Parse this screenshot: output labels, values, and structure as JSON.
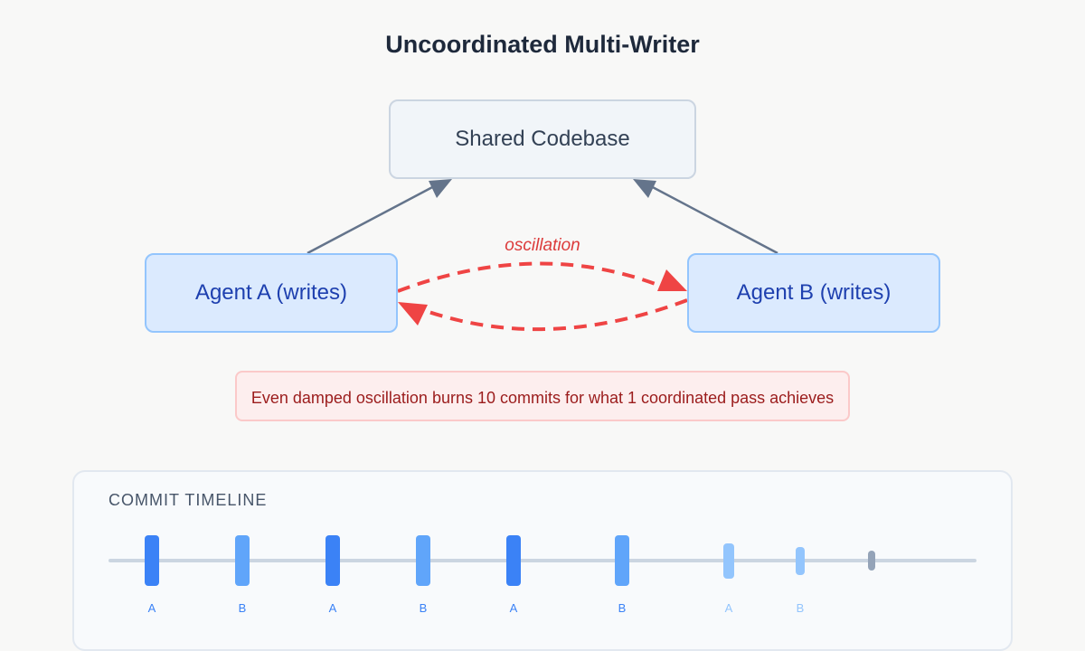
{
  "title": "Uncoordinated Multi-Writer",
  "nodes": {
    "shared": "Shared Codebase",
    "agent_a": "Agent A (writes)",
    "agent_b": "Agent B (writes)"
  },
  "edges": {
    "oscillation_label": "oscillation"
  },
  "callout": "Even damped oscillation burns 10 commits for what 1 coordinated pass achieves",
  "timeline": {
    "title": "COMMIT TIMELINE",
    "commits": [
      {
        "agent": "A",
        "label": "A",
        "intensity": 1.0,
        "color": "#3b82f6"
      },
      {
        "agent": "B",
        "label": "B",
        "intensity": 1.0,
        "color": "#60a5fa"
      },
      {
        "agent": "A",
        "label": "A",
        "intensity": 1.0,
        "color": "#3b82f6"
      },
      {
        "agent": "B",
        "label": "B",
        "intensity": 1.0,
        "color": "#60a5fa"
      },
      {
        "agent": "A",
        "label": "A",
        "intensity": 1.0,
        "color": "#3b82f6"
      },
      {
        "agent": "B",
        "label": "B",
        "intensity": 1.0,
        "color": "#60a5fa"
      },
      {
        "agent": "A",
        "label": "A",
        "intensity": 0.7,
        "color": "#93c5fd"
      },
      {
        "agent": "B",
        "label": "B",
        "intensity": 0.55,
        "color": "#93c5fd"
      },
      {
        "agent": "",
        "label": "",
        "intensity": 0.4,
        "color": "#94a3b8"
      }
    ]
  },
  "colors": {
    "accent_red": "#ef4444",
    "edge_gray": "#64748b",
    "agent_fill": "#dbeafe",
    "agent_border": "#93c5fd"
  }
}
